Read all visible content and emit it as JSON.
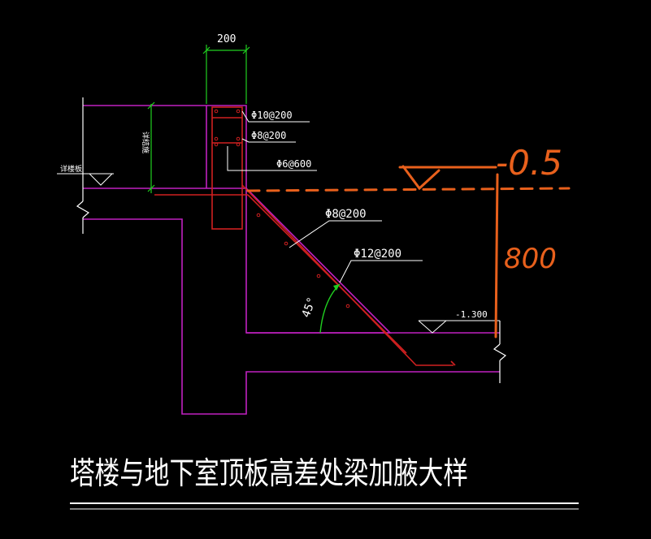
{
  "drawing": {
    "top_dimension": "200",
    "rebar": {
      "label_1": "Φ10@200",
      "label_2": "Φ8@200",
      "label_3": "Φ6@600",
      "haunch_bar_1": "Φ8@200",
      "haunch_bar_2": "Φ12@200"
    },
    "angle_label": "45°",
    "left_level_label": "详楼板",
    "left_vertical_note": "详结施",
    "right_elevation": "-1.300",
    "title": "塔楼与地下室顶板高差处梁加腋大样",
    "handwritten_elevation": "-0.5",
    "handwritten_height": "800"
  },
  "colors": {
    "background": "#000000",
    "outline": "#c020c0",
    "rebar": "#d02020",
    "dimension": "#20d020",
    "annotation": "#ffffff",
    "handwriting": "#e8601c"
  }
}
